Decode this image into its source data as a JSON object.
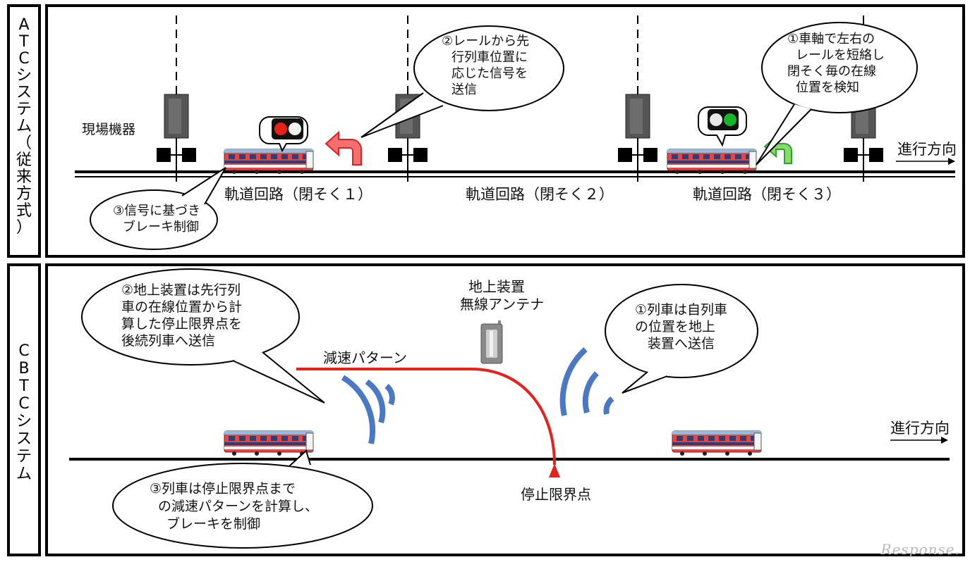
{
  "atc": {
    "side_label_chars": [
      "A",
      "T",
      "C",
      "シ",
      "ス",
      "テ",
      "ム",
      "（",
      "従",
      "来",
      "方",
      "式",
      "）"
    ],
    "field_equipment": "現場機器",
    "direction": "進行方向",
    "circuits": [
      "軌道回路（閉そく１）",
      "軌道回路（閉そく２）",
      "軌道回路（閉そく３）"
    ],
    "bubble1": [
      "①車軸で左右の",
      "レールを短絡し",
      "閉そく毎の在線",
      "位置を検知"
    ],
    "bubble2": [
      "②レールから先",
      "行列車位置に",
      "応じた信号を",
      "送信"
    ],
    "bubble3": [
      "③信号に基づき",
      "ブレーキ制御"
    ]
  },
  "cbtc": {
    "side_label_chars": [
      "C",
      "B",
      "T",
      "C",
      "シ",
      "ス",
      "テ",
      "ム"
    ],
    "antenna_label": [
      "地上装置",
      "無線アンテナ"
    ],
    "decel_pattern": "減速パターン",
    "stop_point": "停止限界点",
    "direction": "進行方向",
    "bubble1": [
      "①列車は自列車",
      "の位置を地上",
      "装置へ送信"
    ],
    "bubble2": [
      "②地上装置は先行列",
      "車の在線位置から計",
      "算した停止限界点を",
      "後続列車へ送信"
    ],
    "bubble3": [
      "③列車は停止限界点まで",
      "の減速パターンを計算し、",
      "ブレーキを制御"
    ]
  },
  "watermark": "Response.",
  "colors": {
    "signal_red": "#e8201a",
    "signal_green": "#17b52a",
    "arrow_red": "#f47070",
    "arrow_green": "#86dc6a",
    "radio_blue": "#4a78c4",
    "pattern_red": "#e8201a"
  }
}
